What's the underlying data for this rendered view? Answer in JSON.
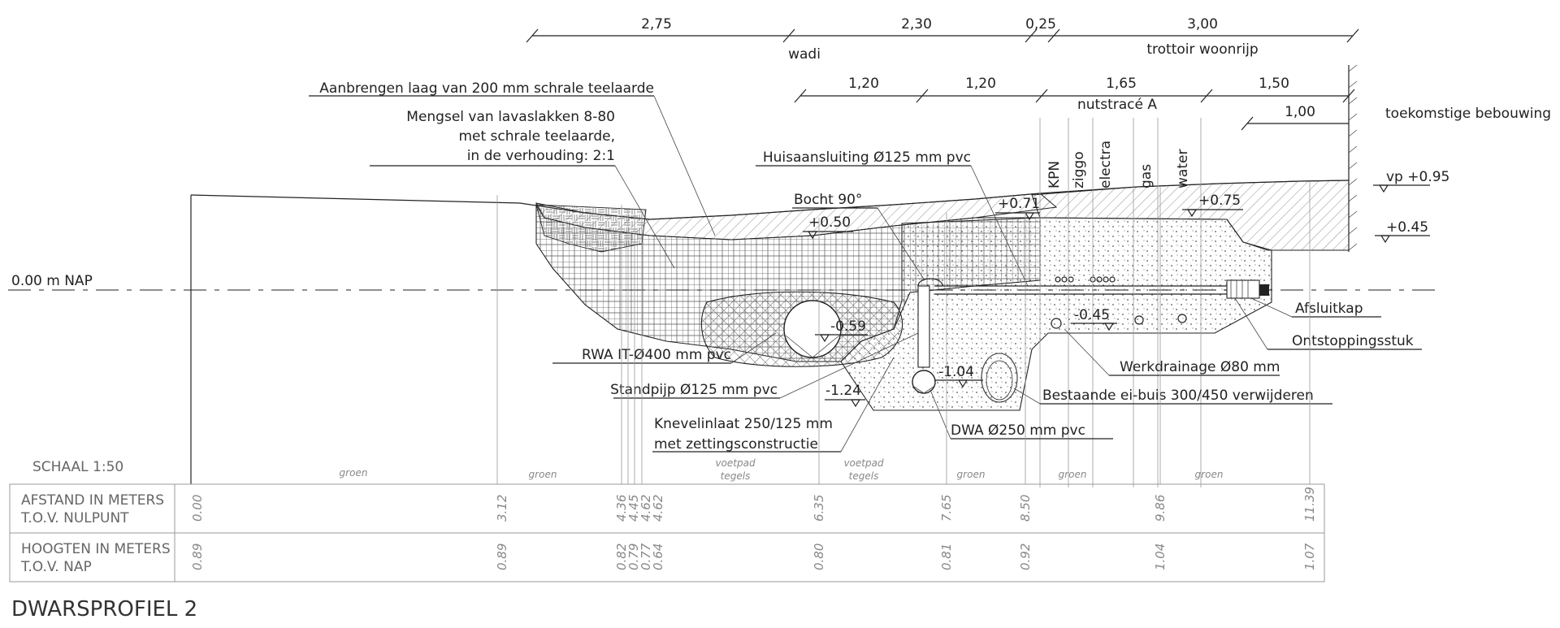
{
  "title": "DWARSPROFIEL 2",
  "scale": "SCHAAL 1:50",
  "top_dims": [
    "2,75",
    "2,30",
    "0,25",
    "3,00"
  ],
  "second_dims": [
    "1,20",
    "1,20",
    "1,65",
    "1,50"
  ],
  "dim_1_00": "1,00",
  "zones": {
    "wadi": "wadi",
    "trottoir": "trottoir woonrijp",
    "nutstrace": "nutstracé A",
    "bebouwing": "toekomstige bebouwing"
  },
  "utilities": [
    "KPN",
    "ziggo",
    "electra",
    "gas",
    "water"
  ],
  "levels": {
    "vp": "vp +0.95",
    "p045": "+0.45",
    "p075": "+0.75",
    "p071": "+0.71",
    "p050": "+0.50",
    "m059": "-0.59",
    "m045": "-0.45",
    "m104": "-1.04",
    "m124": "-1.24",
    "nap": "0.00 m NAP"
  },
  "labels": {
    "teelaarde": "Aanbrengen laag van 200 mm schrale teelaarde",
    "mengsel1": "Mengsel van lavaslakken 8-80",
    "mengsel2": "met schrale teelaarde,",
    "mengsel3": "in de verhouding: 2:1",
    "huisaansluiting": "Huisaansluiting Ø125 mm pvc",
    "bocht": "Bocht 90°",
    "afsluitkap": "Afsluitkap",
    "ontstoppingsstuk": "Ontstoppingsstuk",
    "werkdrainage": "Werkdrainage Ø80 mm",
    "eibuis": "Bestaande ei-buis 300/450 verwijderen",
    "dwa": "DWA Ø250 mm pvc",
    "rwa": "RWA IT-Ø400 mm pvc",
    "standpijp": "Standpijp Ø125 mm pvc",
    "knevel1": "Knevelinlaat 250/125 mm",
    "knevel2": "met zettingsconstructie"
  },
  "table": {
    "row1": [
      "AFSTAND IN METERS",
      "T.O.V. NULPUNT"
    ],
    "row2": [
      "HOOGTEN IN METERS",
      "T.O.V. NAP"
    ],
    "distances": [
      "0.00",
      "3.12",
      "4.36",
      "4.45",
      "4.62",
      "4.62",
      "6.35",
      "7.65",
      "8.50",
      "9.86",
      "11.39"
    ],
    "heights": [
      "0.89",
      "0.89",
      "0.82",
      "0.79",
      "0.77",
      "0.64",
      "0.80",
      "0.81",
      "0.92",
      "1.04",
      "1.07"
    ],
    "surfaces": [
      "groen",
      "groen",
      "voetpad",
      "tegels",
      "voetpad",
      "tegels",
      "groen",
      "groen",
      "groen"
    ]
  }
}
